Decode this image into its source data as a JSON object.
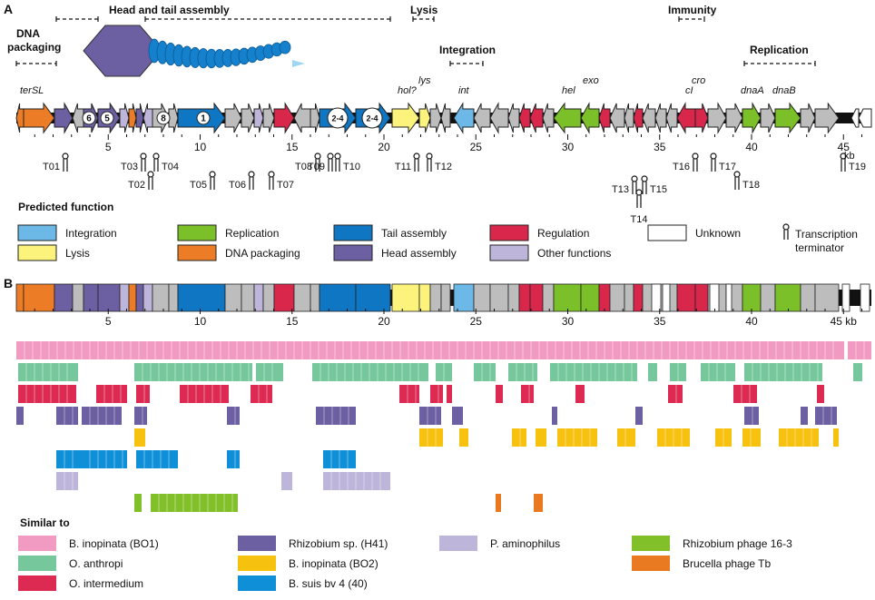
{
  "panel_a": {
    "label": "A",
    "modules": {
      "dna_packaging_line1": "DNA",
      "dna_packaging_line2": "packaging",
      "head_tail": "Head and tail assembly",
      "lysis": "Lysis",
      "integration": "Integration",
      "immunity": "Immunity",
      "replication": "Replication"
    },
    "gene_names": {
      "terSL": "terSL",
      "hol": "hol?",
      "lys": "lys",
      "int": "int",
      "hel": "hel",
      "exo": "exo",
      "cI": "cI",
      "cro": "cro",
      "dnaA": "dnaA",
      "dnaB": "dnaB"
    },
    "tick_labels": [
      "5",
      "10",
      "15",
      "20",
      "25",
      "30",
      "35",
      "40",
      "45"
    ],
    "kb_unit": "kb",
    "gene_badges": [
      "6",
      "5",
      "8",
      "1",
      "2-4",
      "2-4"
    ],
    "terminators": [
      "T01",
      "T02",
      "T03",
      "T04",
      "T05",
      "T06",
      "T07",
      "T08",
      "T09",
      "T10",
      "T11",
      "T12",
      "T13",
      "T14",
      "T15",
      "T16",
      "T17",
      "T18",
      "T19"
    ],
    "legend": {
      "title": "Predicted function",
      "items": [
        {
          "label": "Integration",
          "color": "#6cb8e6"
        },
        {
          "label": "Lysis",
          "color": "#fbf37c"
        },
        {
          "label": "Replication",
          "color": "#7bc028"
        },
        {
          "label": "DNA packaging",
          "color": "#ec7c26"
        },
        {
          "label": "Tail assembly",
          "color": "#0e76c2"
        },
        {
          "label": "Head assembly",
          "color": "#6c5fa2"
        },
        {
          "label": "Regulation",
          "color": "#d9274c"
        },
        {
          "label": "Other functions",
          "color": "#bdb5da"
        },
        {
          "label": "Unknown",
          "color": "#ffffff"
        }
      ],
      "terminator_line1": "Transcription",
      "terminator_line2": "terminator"
    }
  },
  "panel_b": {
    "label": "B",
    "tick_labels": [
      "5",
      "10",
      "15",
      "20",
      "25",
      "30",
      "35",
      "40",
      "45 kb"
    ],
    "similar_title": "Similar to",
    "organisms": [
      {
        "label": "B. inopinata (BO1)",
        "color": "#f29bc2"
      },
      {
        "label": "O. anthropi",
        "color": "#76c89c"
      },
      {
        "label": "O. intermedium",
        "color": "#dc2a52"
      },
      {
        "label": "Rhizobium sp. (H41)",
        "color": "#6c5fa2"
      },
      {
        "label": "B. inopinata (BO2)",
        "color": "#f7c10f"
      },
      {
        "label": "B. suis bv 4 (40)",
        "color": "#0f8fd8"
      },
      {
        "label": "P. aminophilus",
        "color": "#bdb5da"
      },
      {
        "label": "Rhizobium phage 16-3",
        "color": "#82c02a"
      },
      {
        "label": "Brucella phage Tb",
        "color": "#ea7a22"
      }
    ]
  }
}
